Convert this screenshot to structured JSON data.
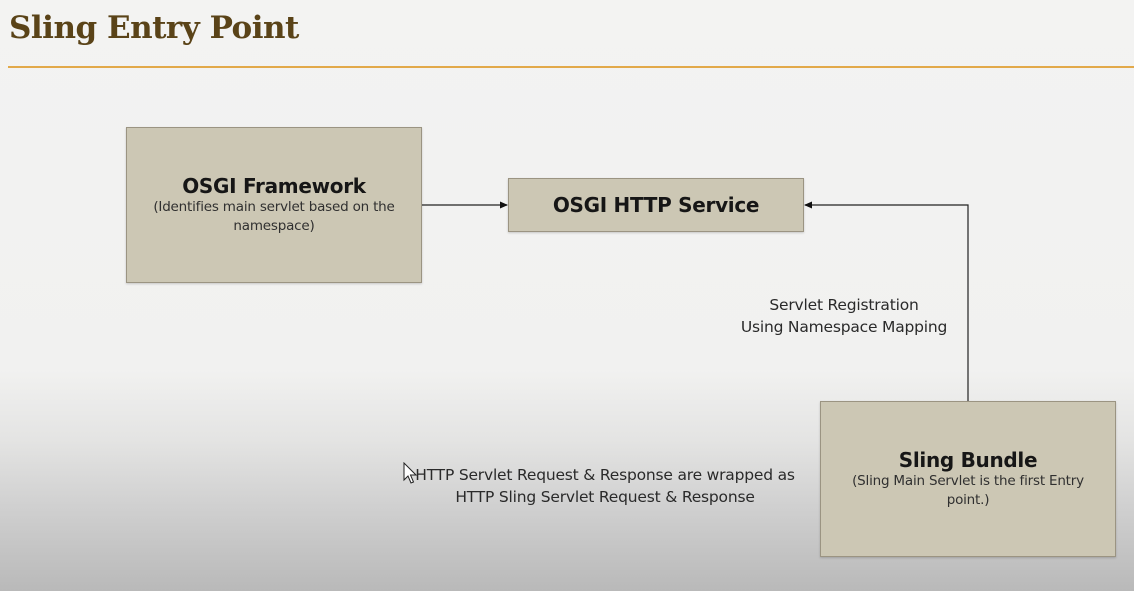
{
  "slide": {
    "title": "Sling Entry Point"
  },
  "boxes": {
    "osgi_framework": {
      "title": "OSGI Framework",
      "subtitle": "(Identifies main servlet based on the namespace)"
    },
    "osgi_http_service": {
      "title": "OSGI HTTP Service"
    },
    "sling_bundle": {
      "title": "Sling Bundle",
      "subtitle": "(Sling Main Servlet is the first Entry point.)"
    }
  },
  "labels": {
    "registration_line1": "Servlet Registration",
    "registration_line2": "Using Namespace Mapping",
    "wrapped_line1": "HTTP Servlet Request & Response are wrapped as",
    "wrapped_line2": "HTTP Sling Servlet Request & Response"
  },
  "connections": [
    {
      "from": "OSGI Framework",
      "to": "OSGI HTTP Service"
    },
    {
      "from": "Sling Bundle",
      "to": "OSGI HTTP Service"
    }
  ],
  "colors": {
    "title": "#5a4318",
    "title_rule": "#e2a94a",
    "box_fill": "#ccc7b4",
    "box_border": "#9b9482"
  }
}
